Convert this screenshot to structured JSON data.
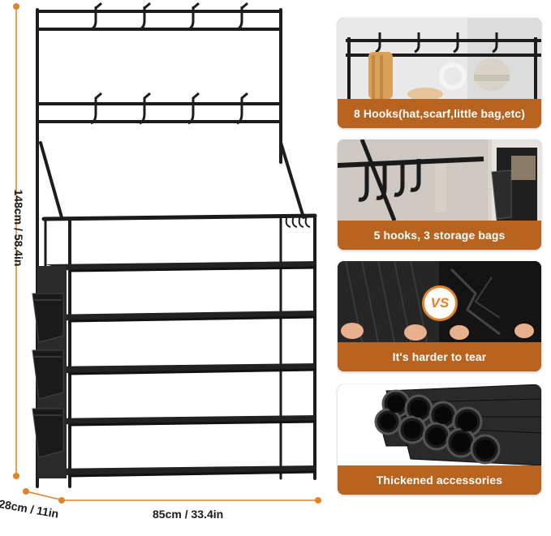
{
  "product": {
    "name": "shoe rack with coat hooks",
    "color": "#1c1c1c"
  },
  "dimensions": {
    "height_label": "148cm / 58.4in",
    "width_label": "85cm / 33.4in",
    "depth_label": "28cm / 11in",
    "marker_color": "#e0832b"
  },
  "features": [
    {
      "caption": "8 Hooks(hat,scarf,little bag,etc)"
    },
    {
      "caption": "5 hooks, 3 storage bags"
    },
    {
      "caption": "It's harder to tear",
      "badge": "VS"
    },
    {
      "caption": "Thickened accessories"
    }
  ],
  "accent_color": "#b8631f"
}
